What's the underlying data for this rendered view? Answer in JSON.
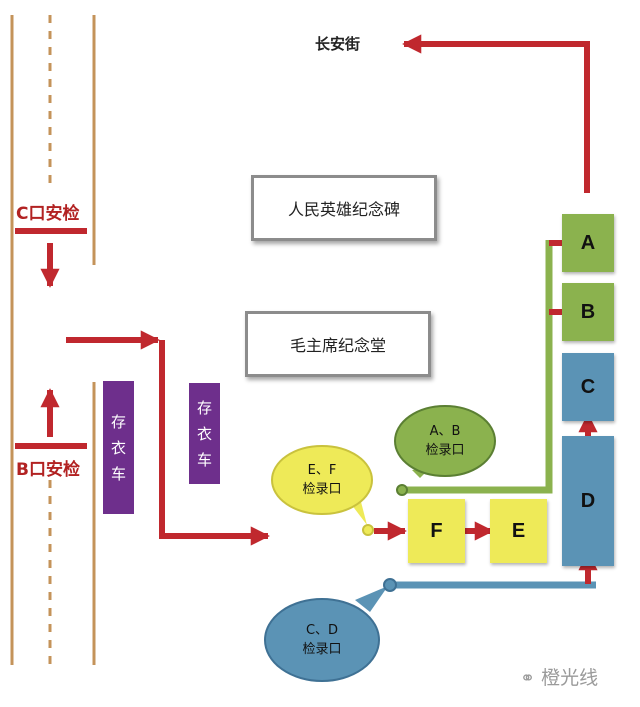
{
  "street": "长安街",
  "checkpoints": {
    "c": "C口安检",
    "b": "B口安检"
  },
  "buildings": {
    "monument": "人民英雄纪念碑",
    "memorial_hall": "毛主席纪念堂"
  },
  "cloakroom": {
    "left": [
      "存",
      "衣",
      "车"
    ],
    "right": [
      "存",
      "衣",
      "车"
    ]
  },
  "blocks": {
    "a": "A",
    "b": "B",
    "c": "C",
    "d": "D",
    "e": "E",
    "f": "F"
  },
  "bubbles": {
    "ab": [
      "A、B",
      "检录口"
    ],
    "ef": [
      "E、F",
      "检录口"
    ],
    "cd": [
      "C、D",
      "检录口"
    ]
  },
  "watermark": {
    "icon": "chat-bubbles-icon",
    "text": "橙光线"
  },
  "colors": {
    "arrow": "#c0282e",
    "road": "#c4935a",
    "green": "#8bb24e",
    "blue": "#5b93b5",
    "yellow": "#eeea58",
    "purple": "#6e2f8c"
  }
}
